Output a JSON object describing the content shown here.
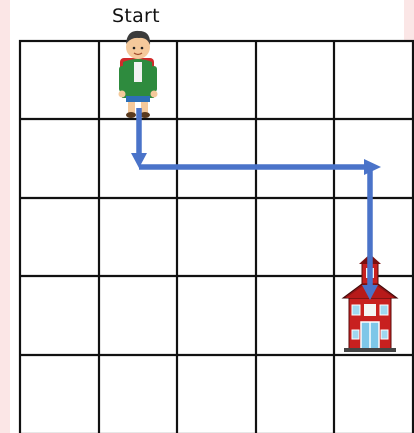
{
  "start_label": "Start",
  "grid": {
    "rows": 5,
    "cols": 5
  },
  "path": {
    "color": "#4a73c9"
  },
  "characters": {
    "start": "boy-student",
    "goal": "school-building"
  }
}
